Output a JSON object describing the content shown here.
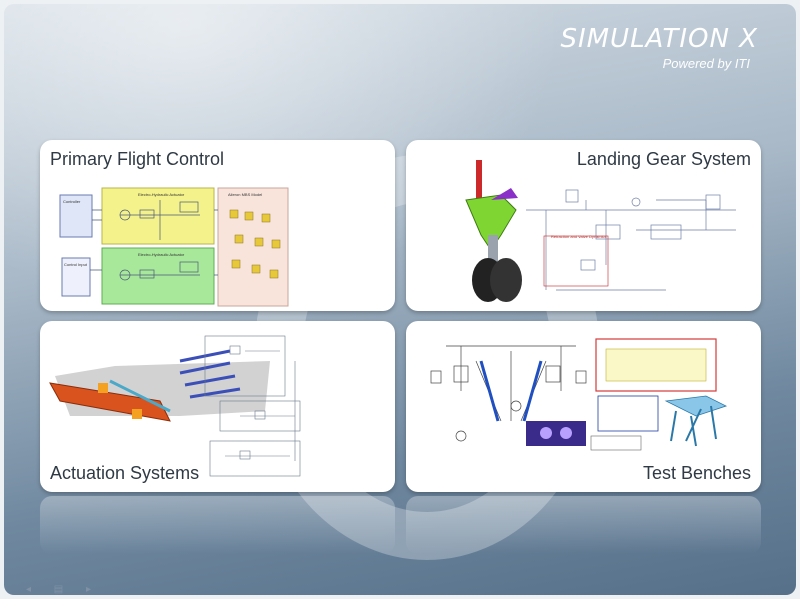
{
  "logo": {
    "brand": "SIMULATION X",
    "tagline": "Powered by ITI"
  },
  "tiles": [
    {
      "label": "Primary Flight Control"
    },
    {
      "label": "Landing Gear System"
    },
    {
      "label": "Actuation Systems"
    },
    {
      "label": "Test Benches"
    }
  ],
  "diagram_text": {
    "eha_1": "Electro-Hydraulic Actuator",
    "eha_2": "Electro-Hydraulic Actuator",
    "mbs_model": "Aileron MBS Model",
    "controller": "Controller",
    "control_input": "Control Input",
    "retraction_control": "Retraction and Valve Dynamics"
  },
  "nav": {
    "icons": [
      "back-icon",
      "menu-icon",
      "forward-icon"
    ],
    "glyphs": "◂ ▤ ▸"
  },
  "colors": {
    "background_top": "#d4dde5",
    "background_bottom": "#56708a",
    "eha_yellow": "#f4f28a",
    "eha_green": "#a8e89a",
    "mbs_pink": "#f9e4dc",
    "flap_orange": "#d9531e",
    "gear_green": "#7fd633",
    "test_red": "#d43a3a"
  }
}
